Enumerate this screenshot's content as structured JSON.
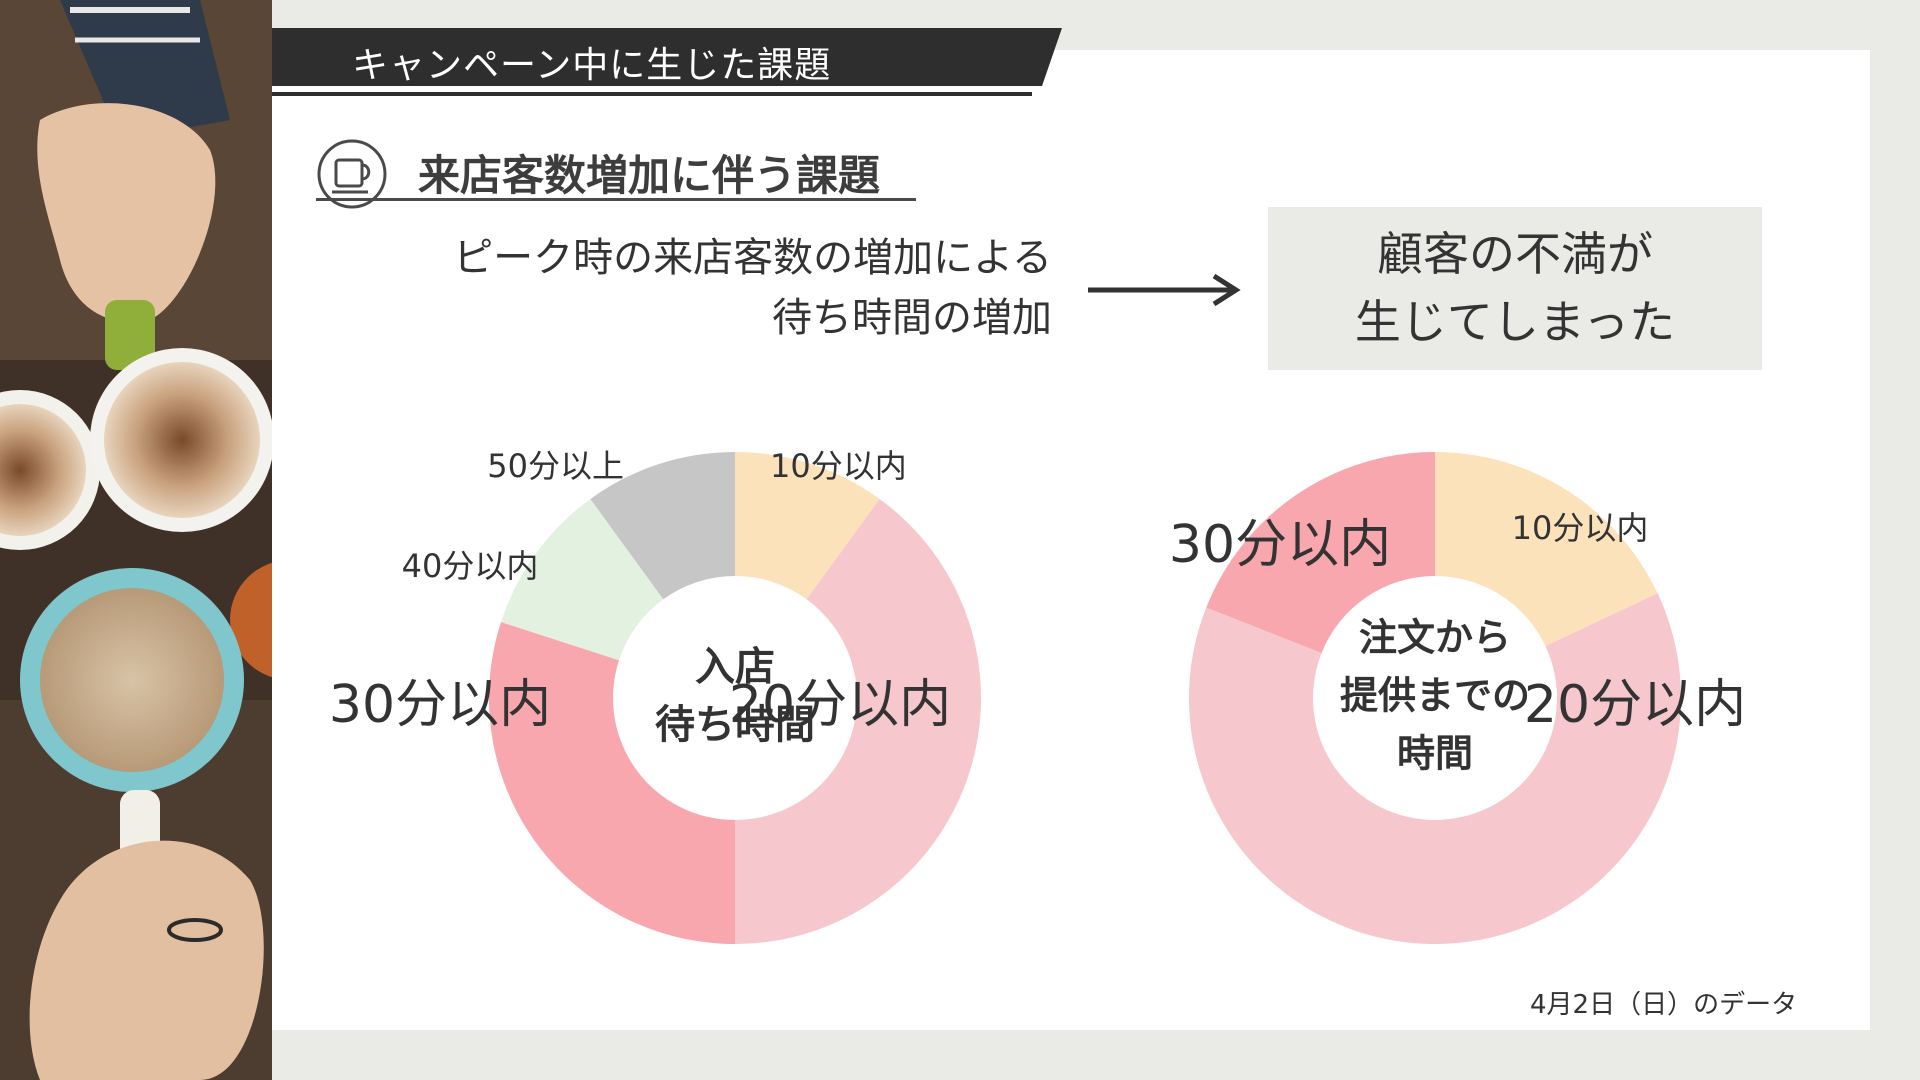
{
  "header": {
    "title": "キャンペーン中に生じた課題"
  },
  "section": {
    "icon": "coffee-cup-icon",
    "title": "来店客数増加に伴う課題"
  },
  "problem": {
    "line1": "ピーク時の来店客数の増加による",
    "line2": "待ち時間の増加"
  },
  "result": {
    "line1": "顧客の不満が",
    "line2": "生じてしまった"
  },
  "footnote": "4月2日（日）のデータ",
  "chart_data": [
    {
      "type": "pie",
      "center_label": [
        "入店",
        "待ち時間"
      ],
      "categories": [
        "10分以内",
        "20分以内",
        "30分以内",
        "40分以内",
        "50分以上"
      ],
      "values": [
        10,
        40,
        30,
        10,
        10
      ],
      "colors": [
        "#fbe2bb",
        "#f6c7cd",
        "#f9a7ae",
        "#e3f1e1",
        "#c6c6c6"
      ]
    },
    {
      "type": "pie",
      "center_label": [
        "注文から",
        "提供までの",
        "時間"
      ],
      "categories": [
        "10分以内",
        "20分以内",
        "30分以内"
      ],
      "values": [
        18,
        63,
        19
      ],
      "colors": [
        "#fbe2bb",
        "#f6c7cd",
        "#f9a7ae"
      ]
    }
  ]
}
